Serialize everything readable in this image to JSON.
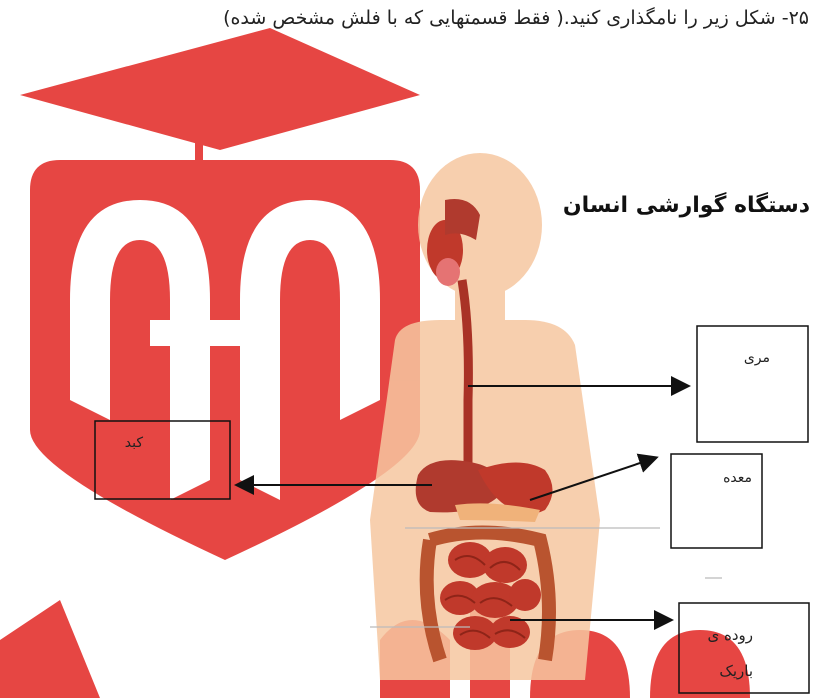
{
  "question": "۲۵- شکل زیر را نامگذاری کنید.( فقط قسمتهایی که با فلش مشخص شده)",
  "figure": {
    "title": "دستگاه گوارشی انسان",
    "labels": {
      "esophagus": "مری",
      "liver": "کبد",
      "stomach": "معده",
      "small_intestine_line1": "روده ی",
      "small_intestine_line2": "باریک"
    }
  },
  "watermark": {
    "color": "#e53935"
  }
}
